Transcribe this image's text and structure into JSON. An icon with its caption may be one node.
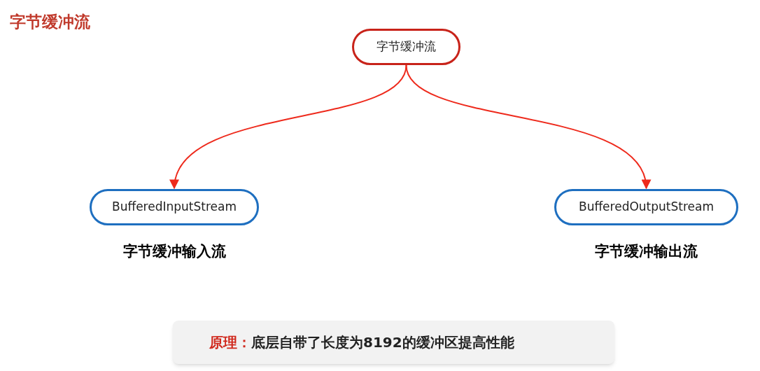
{
  "diagram": {
    "title": "字节缓冲流",
    "nodes": [
      {
        "text": [
          "字节缓冲流"
        ]
      },
      {
        "text": [
          "BufferedInputStream"
        ],
        "beside": [
          "字节缓冲输入流"
        ]
      },
      {
        "text": [
          "BufferedOutputStream"
        ],
        "beside": [
          "字节缓冲输出流"
        ]
      }
    ],
    "edges": [
      {
        "from": 0,
        "to": 1,
        "arrow": "to",
        "color": "#ee2a1c"
      },
      {
        "from": 0,
        "to": 2,
        "arrow": "to",
        "color": "#ee2a1c"
      }
    ],
    "labels": [
      "**原理：**底层自带了长度为8192的缓冲区提高性能"
    ]
  }
}
